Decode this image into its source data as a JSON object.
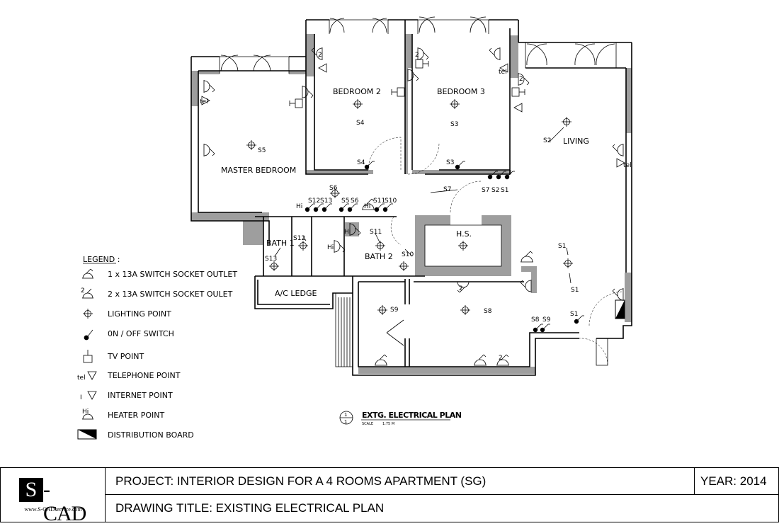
{
  "rooms": {
    "bedroom2": "BEDROOM 2",
    "bedroom3": "BEDROOM 3",
    "living": "LIVING",
    "master": "MASTER BEDROOM",
    "bath1": "BATH 1",
    "bath2": "BATH 2",
    "hs": "H.S.",
    "ledge": "A/C LEDGE"
  },
  "switch_labels": {
    "s1": "S1",
    "s2": "S2",
    "s3": "S3",
    "s4": "S4",
    "s5": "S5",
    "s6": "S6",
    "s7": "S7",
    "s8": "S8",
    "s9": "S9",
    "s10": "S10",
    "s11": "S11",
    "s12": "S12",
    "s13": "S13"
  },
  "symbols": {
    "tel": "tel",
    "heater": "Hi",
    "twin": "2",
    "inet": "I"
  },
  "legend": {
    "heading": "LEGEND :",
    "items": [
      {
        "icon": "single-socket-icon",
        "label": "1 x 13A SWITCH SOCKET OUTLET"
      },
      {
        "icon": "twin-socket-icon",
        "label": "2 x 13A SWITCH SOCKET OULET"
      },
      {
        "icon": "lighting-point-icon",
        "label": "LIGHTING POINT"
      },
      {
        "icon": "switch-icon",
        "label": "0N / OFF SWITCH"
      },
      {
        "icon": "tv-point-icon",
        "label": "TV POINT"
      },
      {
        "icon": "telephone-point-icon",
        "label": "TELEPHONE POINT"
      },
      {
        "icon": "internet-point-icon",
        "label": "INTERNET POINT"
      },
      {
        "icon": "heater-point-icon",
        "label": "HEATER POINT"
      },
      {
        "icon": "distribution-board-icon",
        "label": "DISTRIBUTION BOARD"
      }
    ]
  },
  "plan_caption": {
    "number_top": "1",
    "number_bottom": "1",
    "title": "EXTG. ELECTRICAL PLAN",
    "scale_label": "SCALE",
    "scale_value": "1:75 M"
  },
  "title_block": {
    "logo_s": "S",
    "logo_text": "-CAD",
    "logo_url": "www.S-CADservice.com",
    "project": "PROJECT: INTERIOR DESIGN FOR A 4 ROOMS APARTMENT (SG)",
    "year": "YEAR: 2014",
    "drawing_title": "DRAWING TITLE: EXISTING ELECTRICAL PLAN"
  },
  "colors": {
    "wall_fill": "#9e9e9e",
    "line": "#000000",
    "background": "#ffffff"
  }
}
